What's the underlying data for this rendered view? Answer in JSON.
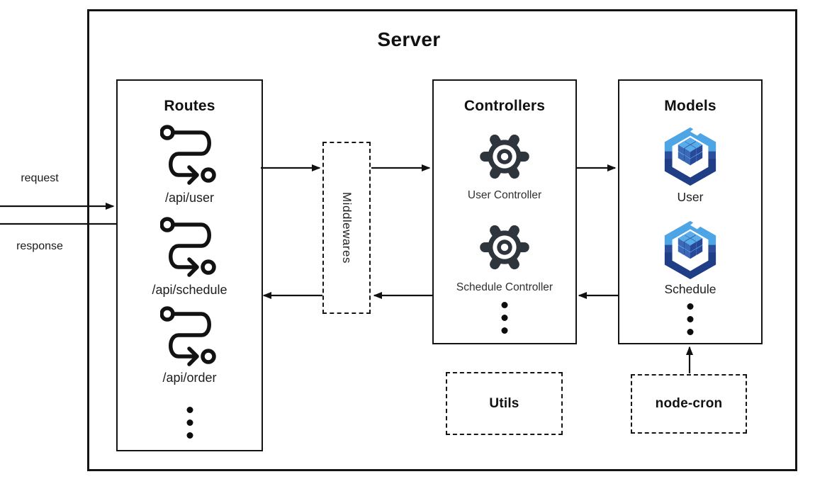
{
  "flow": {
    "request_label": "request",
    "response_label": "response"
  },
  "server": {
    "title": "Server"
  },
  "routes": {
    "title": "Routes",
    "items": [
      {
        "label": "/api/user"
      },
      {
        "label": "/api/schedule"
      },
      {
        "label": "/api/order"
      }
    ]
  },
  "middlewares": {
    "title": "Middlewares"
  },
  "controllers": {
    "title": "Controllers",
    "items": [
      {
        "label": "User Controller"
      },
      {
        "label": "Schedule Controller"
      }
    ]
  },
  "models": {
    "title": "Models",
    "items": [
      {
        "label": "User"
      },
      {
        "label": "Schedule"
      }
    ]
  },
  "utils": {
    "title": "Utils"
  },
  "node_cron": {
    "title": "node-cron"
  },
  "colors": {
    "line": "#141414",
    "gear": "#2e353d",
    "cube_light": "#4ea5e6",
    "cube_mid": "#3b69b8",
    "cube_dark": "#203e86"
  }
}
